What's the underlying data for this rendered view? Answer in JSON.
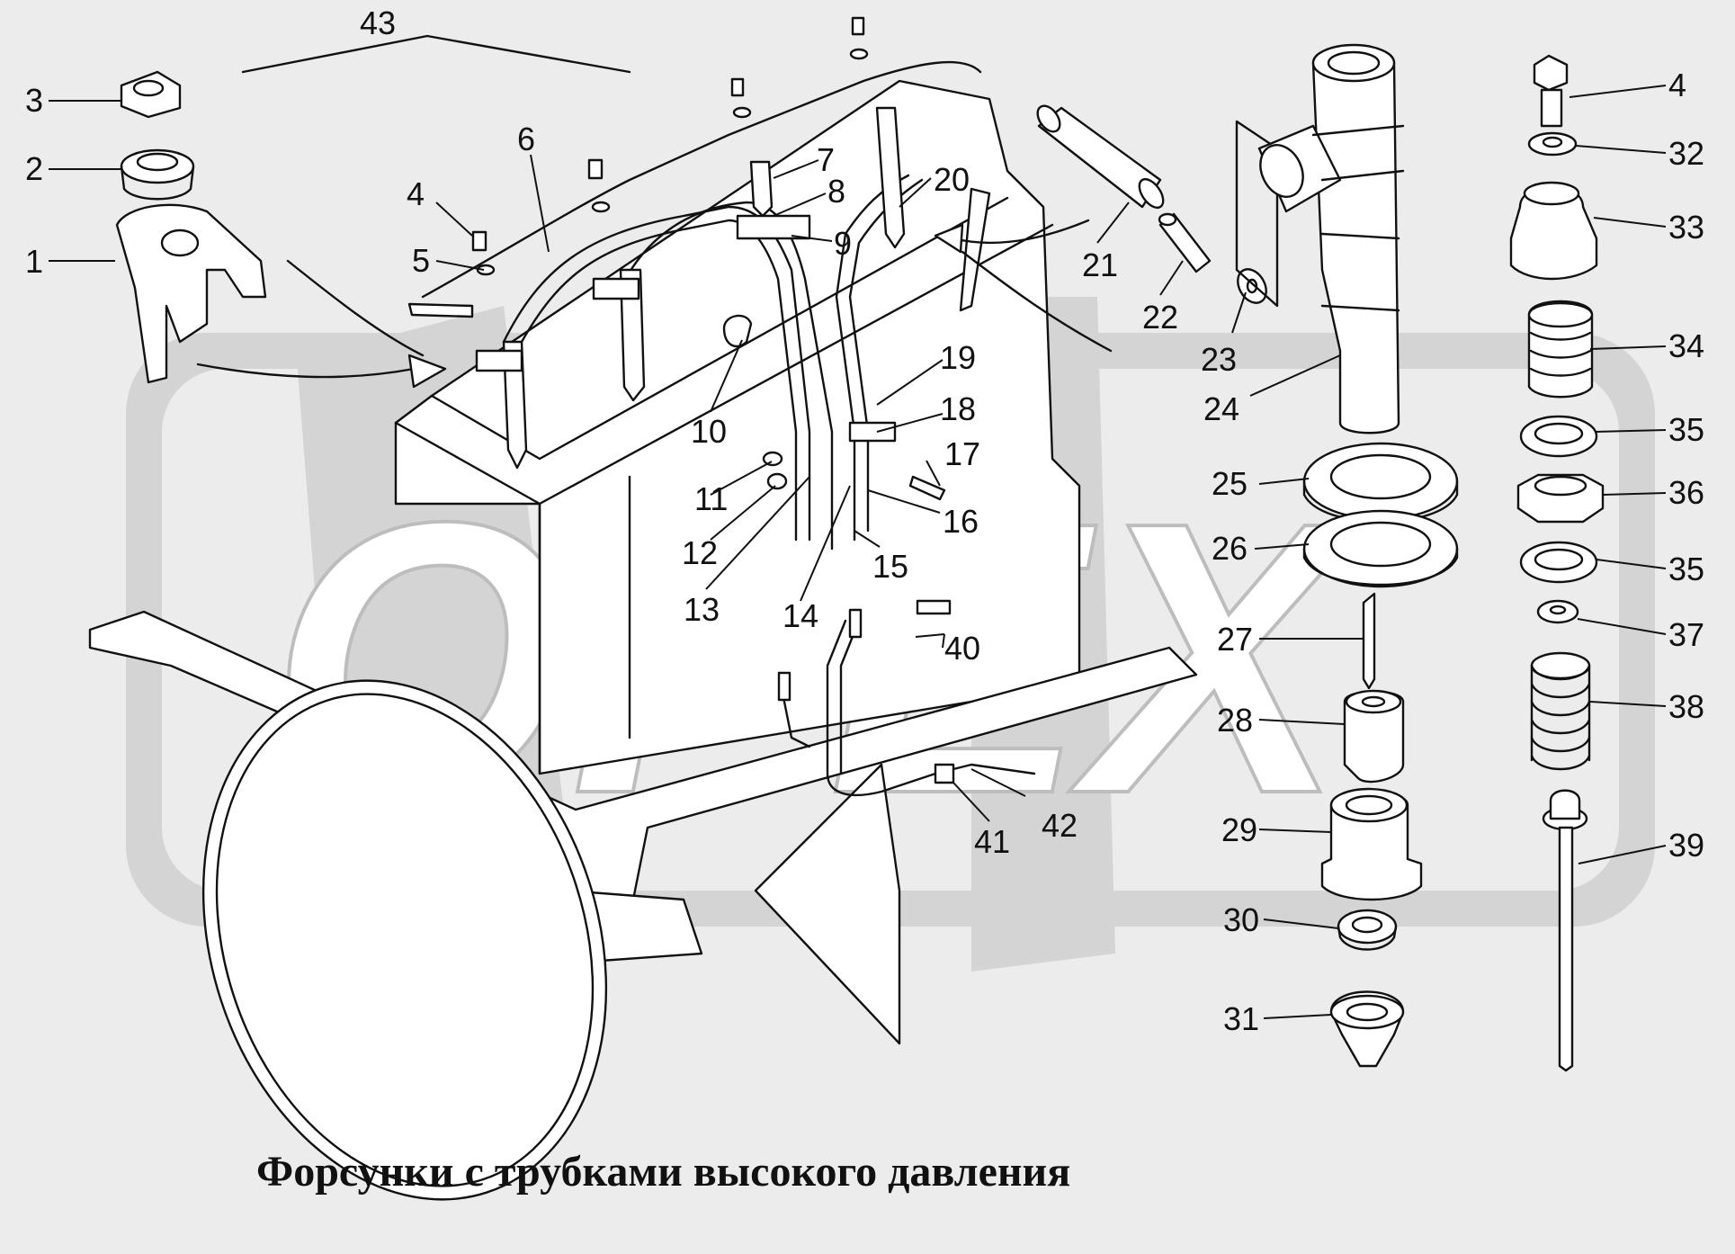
{
  "caption": "Форсунки с трубками высокого давления",
  "watermark": "OPEX",
  "callouts": [
    {
      "label": "1"
    },
    {
      "label": "2"
    },
    {
      "label": "3"
    },
    {
      "label": "4"
    },
    {
      "label": "5"
    },
    {
      "label": "6"
    },
    {
      "label": "7"
    },
    {
      "label": "8"
    },
    {
      "label": "9"
    },
    {
      "label": "10"
    },
    {
      "label": "11"
    },
    {
      "label": "12"
    },
    {
      "label": "13"
    },
    {
      "label": "14"
    },
    {
      "label": "15"
    },
    {
      "label": "16"
    },
    {
      "label": "17"
    },
    {
      "label": "18"
    },
    {
      "label": "19"
    },
    {
      "label": "20"
    },
    {
      "label": "21"
    },
    {
      "label": "22"
    },
    {
      "label": "23"
    },
    {
      "label": "24"
    },
    {
      "label": "25"
    },
    {
      "label": "26"
    },
    {
      "label": "27"
    },
    {
      "label": "28"
    },
    {
      "label": "29"
    },
    {
      "label": "30"
    },
    {
      "label": "31"
    },
    {
      "label": "4"
    },
    {
      "label": "32"
    },
    {
      "label": "33"
    },
    {
      "label": "34"
    },
    {
      "label": "35"
    },
    {
      "label": "36"
    },
    {
      "label": "35"
    },
    {
      "label": "37"
    },
    {
      "label": "38"
    },
    {
      "label": "39"
    },
    {
      "label": "40"
    },
    {
      "label": "41"
    },
    {
      "label": "42"
    },
    {
      "label": "43"
    }
  ]
}
